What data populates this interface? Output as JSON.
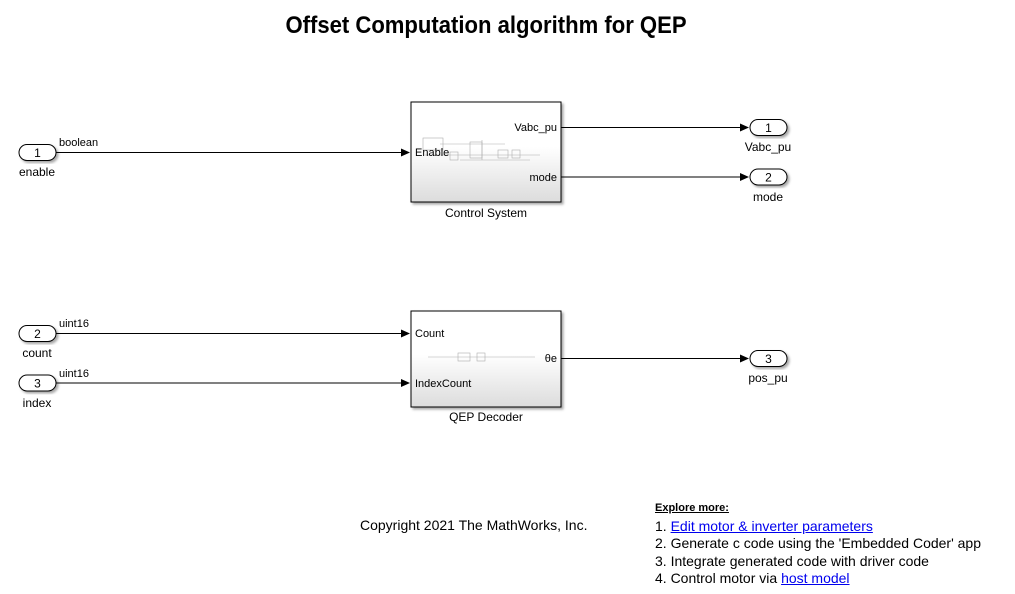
{
  "title": "Offset Computation algorithm for QEP",
  "inports": [
    {
      "num": "1",
      "name": "enable",
      "signal": "boolean"
    },
    {
      "num": "2",
      "name": "count",
      "signal": "uint16"
    },
    {
      "num": "3",
      "name": "index",
      "signal": "uint16"
    }
  ],
  "outports": [
    {
      "num": "1",
      "name": "Vabc_pu"
    },
    {
      "num": "2",
      "name": "mode"
    },
    {
      "num": "3",
      "name": "pos_pu"
    }
  ],
  "blocks": {
    "control_system": {
      "name": "Control System",
      "in_port": "Enable",
      "out_port_1": "Vabc_pu",
      "out_port_2": "mode"
    },
    "qep_decoder": {
      "name": "QEP Decoder",
      "in_port_1": "Count",
      "in_port_2": "IndexCount",
      "out_port": "θe"
    }
  },
  "copyright": "Copyright 2021 The MathWorks, Inc.",
  "explore": {
    "heading": "Explore more:",
    "item1_prefix": "1. ",
    "item1_link": "Edit motor & inverter parameters",
    "item2": "2. Generate c code using the 'Embedded Coder' app",
    "item3": "3. Integrate generated code with driver code",
    "item4_prefix": "4. Control motor via ",
    "item4_link": "host model"
  }
}
